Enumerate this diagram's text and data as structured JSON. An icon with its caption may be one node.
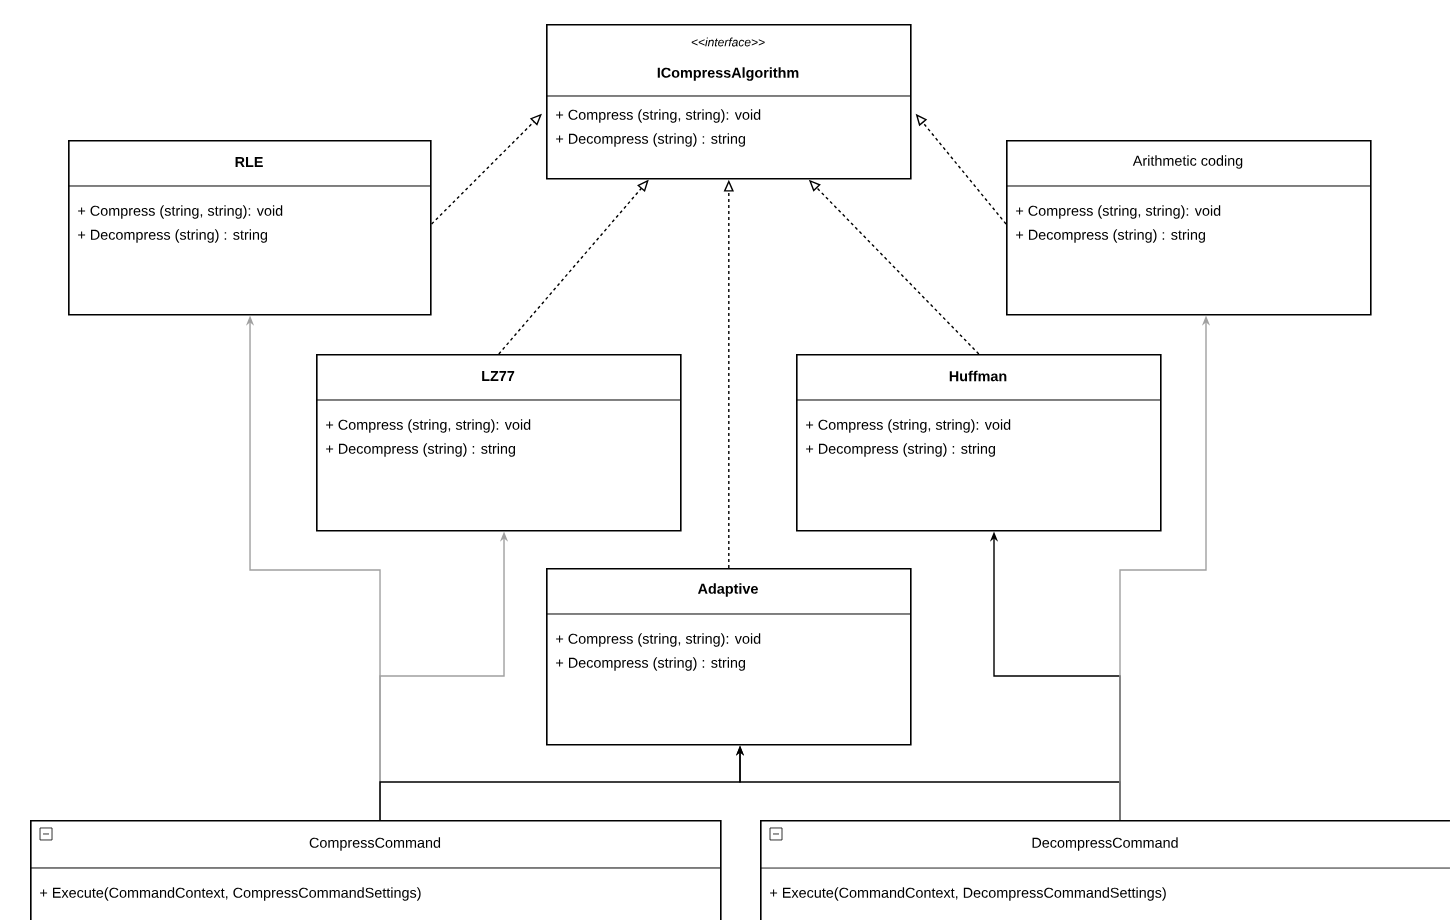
{
  "diagram": {
    "nodes": [
      {
        "text": [
          "<<interface>>",
          "ICompressAlgorithm",
          "+ Compress (string, string): void",
          "+ Decompress (string) : string"
        ]
      },
      {
        "text": [
          "RLE",
          "+ Compress (string, string): void",
          "+ Decompress (string) : string"
        ]
      },
      {
        "text": [
          "Arithmetic coding",
          "+ Compress (string, string): void",
          "+ Decompress (string) : string"
        ]
      },
      {
        "text": [
          "LZ77",
          "+ Compress (string, string): void",
          "+ Decompress (string) : string"
        ]
      },
      {
        "text": [
          "Huffman",
          "+ Compress (string, string): void",
          "+ Decompress (string) : string"
        ]
      },
      {
        "text": [
          "Adaptive",
          "+ Compress (string, string): void",
          "+ Decompress (string) : string"
        ]
      },
      {
        "text": [
          "CompressCommand",
          "+ Execute(CommandContext, CompressCommandSettings)"
        ]
      },
      {
        "text": [
          "DecompressCommand",
          "+ Execute(CommandContext, DecompressCommandSettings)"
        ]
      }
    ],
    "edges": [
      {
        "from": 1,
        "to": 0,
        "arrow": "to",
        "style": "dashed"
      },
      {
        "from": 2,
        "to": 0,
        "arrow": "to",
        "style": "dashed"
      },
      {
        "from": 3,
        "to": 0,
        "arrow": "to",
        "style": "dashed"
      },
      {
        "from": 4,
        "to": 0,
        "arrow": "to",
        "style": "dashed"
      },
      {
        "from": 5,
        "to": 0,
        "arrow": "to",
        "style": "dashed"
      },
      {
        "from": 6,
        "to": 1,
        "arrow": "to",
        "color": "#a0a0a0"
      },
      {
        "from": 6,
        "to": 3,
        "arrow": "to",
        "color": "#a0a0a0"
      },
      {
        "from": 6,
        "to": 5,
        "arrow": "to"
      },
      {
        "from": 7,
        "to": 5,
        "arrow": "to"
      },
      {
        "from": 7,
        "to": 4,
        "arrow": "to"
      },
      {
        "from": 7,
        "to": 2,
        "arrow": "to",
        "color": "#a0a0a0"
      }
    ]
  }
}
